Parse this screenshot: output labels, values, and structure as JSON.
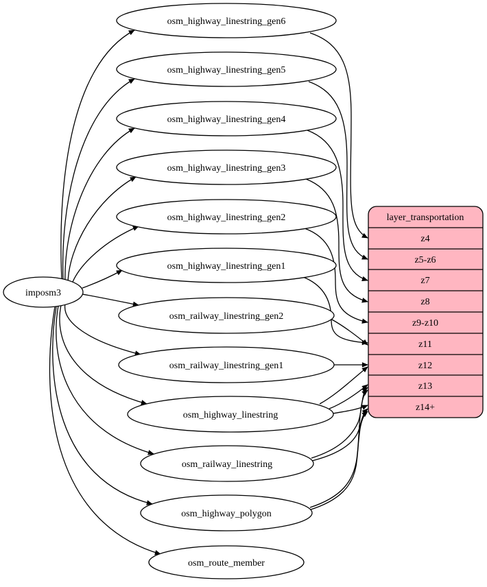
{
  "diagram": {
    "type": "etl-graph",
    "background_color": "#ffffff",
    "edge_color": "#000000",
    "source": {
      "label": "imposm3"
    },
    "tables": [
      {
        "label": "osm_highway_linestring_gen6"
      },
      {
        "label": "osm_highway_linestring_gen5"
      },
      {
        "label": "osm_highway_linestring_gen4"
      },
      {
        "label": "osm_highway_linestring_gen3"
      },
      {
        "label": "osm_highway_linestring_gen2"
      },
      {
        "label": "osm_highway_linestring_gen1"
      },
      {
        "label": "osm_railway_linestring_gen2"
      },
      {
        "label": "osm_railway_linestring_gen1"
      },
      {
        "label": "osm_highway_linestring"
      },
      {
        "label": "osm_railway_linestring"
      },
      {
        "label": "osm_highway_polygon"
      },
      {
        "label": "osm_route_member"
      }
    ],
    "layer": {
      "title": "layer_transportation",
      "fill_color": "#ffb6c1",
      "border_color": "#000000",
      "rows": [
        "z4",
        "z5-z6",
        "z7",
        "z8",
        "z9-z10",
        "z11",
        "z12",
        "z13",
        "z14+"
      ]
    },
    "edges": [
      {
        "from": "imposm3",
        "to": "osm_highway_linestring_gen6"
      },
      {
        "from": "imposm3",
        "to": "osm_highway_linestring_gen5"
      },
      {
        "from": "imposm3",
        "to": "osm_highway_linestring_gen4"
      },
      {
        "from": "imposm3",
        "to": "osm_highway_linestring_gen3"
      },
      {
        "from": "imposm3",
        "to": "osm_highway_linestring_gen2"
      },
      {
        "from": "imposm3",
        "to": "osm_highway_linestring_gen1"
      },
      {
        "from": "imposm3",
        "to": "osm_railway_linestring_gen2"
      },
      {
        "from": "imposm3",
        "to": "osm_railway_linestring_gen1"
      },
      {
        "from": "imposm3",
        "to": "osm_highway_linestring"
      },
      {
        "from": "imposm3",
        "to": "osm_railway_linestring"
      },
      {
        "from": "imposm3",
        "to": "osm_highway_polygon"
      },
      {
        "from": "imposm3",
        "to": "osm_route_member"
      },
      {
        "from": "osm_highway_linestring_gen6",
        "to": "z4"
      },
      {
        "from": "osm_highway_linestring_gen5",
        "to": "z5-z6"
      },
      {
        "from": "osm_highway_linestring_gen4",
        "to": "z7"
      },
      {
        "from": "osm_highway_linestring_gen3",
        "to": "z8"
      },
      {
        "from": "osm_highway_linestring_gen2",
        "to": "z9-z10"
      },
      {
        "from": "osm_highway_linestring_gen1",
        "to": "z11"
      },
      {
        "from": "osm_railway_linestring_gen2",
        "to": "z11"
      },
      {
        "from": "osm_railway_linestring_gen1",
        "to": "z12"
      },
      {
        "from": "osm_highway_linestring",
        "to": "z12"
      },
      {
        "from": "osm_highway_linestring",
        "to": "z13"
      },
      {
        "from": "osm_highway_linestring",
        "to": "z14+"
      },
      {
        "from": "osm_railway_linestring",
        "to": "z13"
      },
      {
        "from": "osm_railway_linestring",
        "to": "z14+"
      },
      {
        "from": "osm_highway_polygon",
        "to": "z13"
      },
      {
        "from": "osm_highway_polygon",
        "to": "z14+"
      }
    ]
  }
}
